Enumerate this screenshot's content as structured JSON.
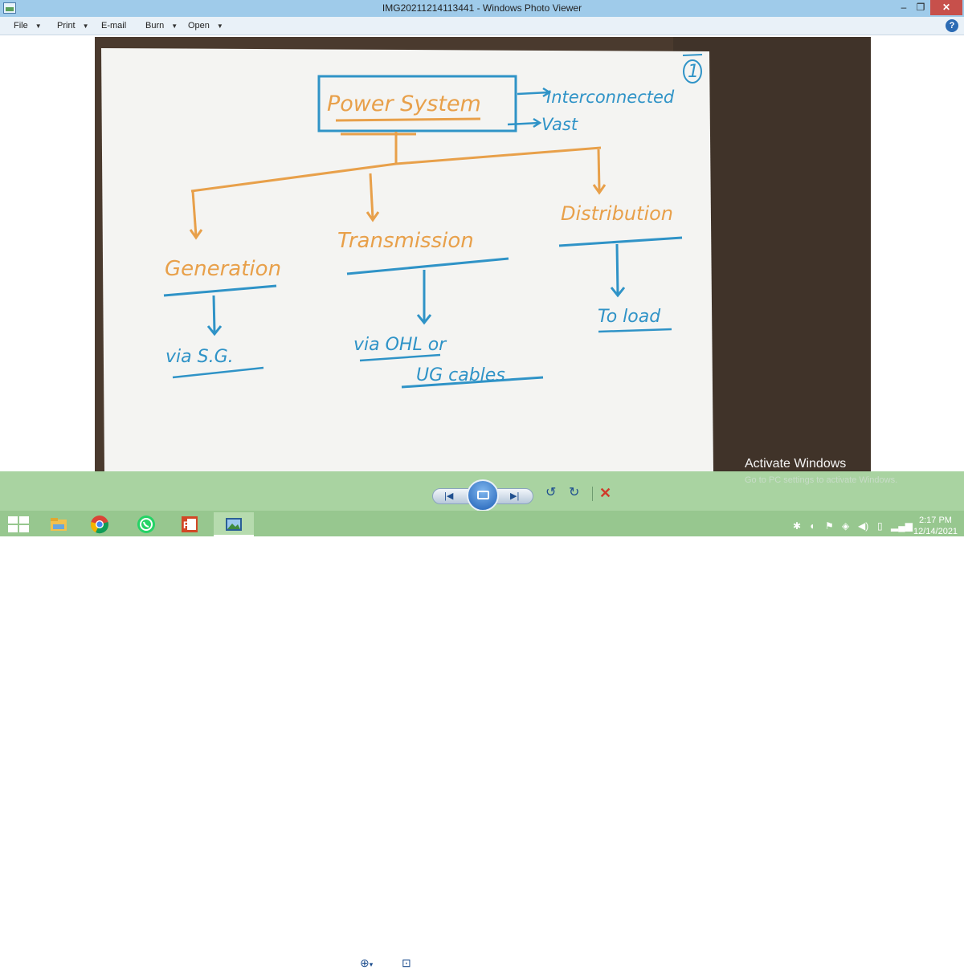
{
  "window": {
    "title": "IMG20211214113441 - Windows Photo Viewer",
    "controls": {
      "minimize": "–",
      "restore": "❐",
      "close": "✕"
    }
  },
  "menu": {
    "file": "File",
    "print": "Print",
    "email": "E-mail",
    "burn": "Burn",
    "open": "Open",
    "help": "?"
  },
  "photo": {
    "page_number": "1",
    "root": "Power System",
    "attr1": "Interconnected",
    "attr2": "Vast",
    "branches": [
      {
        "label": "Generation",
        "detail": "via S.G."
      },
      {
        "label": "Transmission",
        "detail_line1": "via OHL or",
        "detail_line2": "UG cables"
      },
      {
        "label": "Distribution",
        "detail": "To load"
      }
    ],
    "colors": {
      "orange": "#e8a04a",
      "blue": "#2f93c7",
      "paper": "#f4f4f2",
      "table": "#4a3a2e"
    }
  },
  "watermark": {
    "title": "Activate Windows",
    "subtitle": "Go to PC settings to activate Windows."
  },
  "toolbar": {
    "zoom_icon": "zoom-icon",
    "fit_icon": "actual-size-icon",
    "delete": "✕",
    "rotate_ccw": "↺",
    "rotate_cw": "↻"
  },
  "taskbar": {
    "apps": [
      "file-explorer",
      "chrome",
      "whatsapp",
      "powerpoint",
      "photo-viewer"
    ],
    "time": "2:17 PM",
    "date": "12/14/2021"
  }
}
